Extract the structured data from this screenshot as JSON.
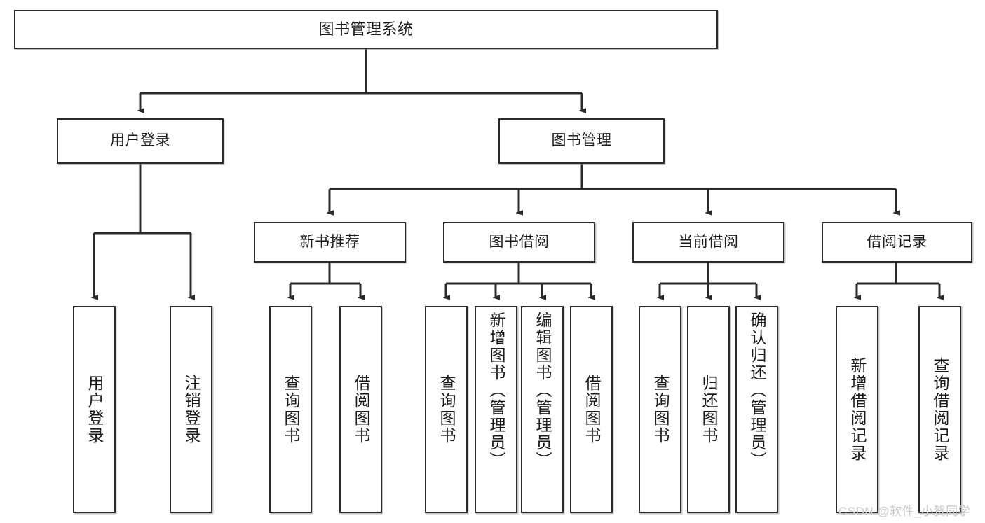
{
  "diagram": {
    "title": "图书管理系统",
    "type": "hierarchy-tree",
    "root": {
      "label": "图书管理系统"
    },
    "level2": [
      {
        "label": "用户登录"
      },
      {
        "label": "图书管理"
      }
    ],
    "level3": [
      {
        "label": "新书推荐"
      },
      {
        "label": "图书借阅"
      },
      {
        "label": "当前借阅"
      },
      {
        "label": "借阅记录"
      }
    ],
    "leaves": {
      "user_login": [
        {
          "label": "用户登录"
        },
        {
          "label": "注销登录"
        }
      ],
      "new_book_recommend": [
        {
          "label": "查询图书"
        },
        {
          "label": "借阅图书"
        }
      ],
      "book_borrow": [
        {
          "label": "查询图书"
        },
        {
          "label": "新增图书（管理员）"
        },
        {
          "label": "编辑图书（管理员）"
        },
        {
          "label": "借阅图书"
        }
      ],
      "current_borrow": [
        {
          "label": "查询图书"
        },
        {
          "label": "归还图书"
        },
        {
          "label": "确认归还（管理员）"
        }
      ],
      "borrow_record": [
        {
          "label": "新增借阅记录"
        },
        {
          "label": "查询借阅记录"
        }
      ]
    }
  },
  "watermark": {
    "text": "CSDN @软件_小贺同学"
  },
  "colors": {
    "stroke": "#2b2b2b",
    "fill": "#ffffff",
    "text": "#1b1b1b",
    "watermark": "#c9c9c9"
  }
}
